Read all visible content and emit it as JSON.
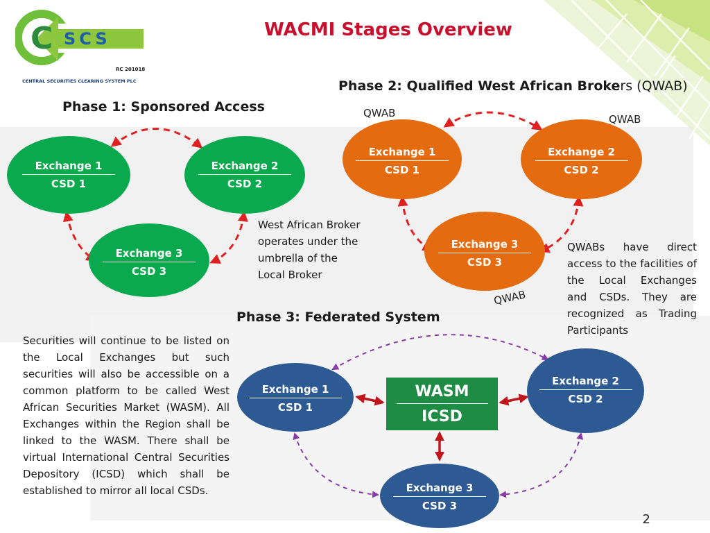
{
  "logo": {
    "text": "CSCS",
    "rc": "RC 201018",
    "company": "CENTRAL SECURITIES CLEARING SYSTEM PLC"
  },
  "title": "WACMI Stages Overview",
  "phase1": {
    "heading": "Phase 1:  Sponsored Access",
    "nodes": [
      {
        "line1": "Exchange 1",
        "line2": "CSD 1"
      },
      {
        "line1": "Exchange 2",
        "line2": "CSD 2"
      },
      {
        "line1": "Exchange 3",
        "line2": "CSD 3"
      }
    ],
    "note": [
      "West African Broker",
      "operates under the",
      "umbrella of the",
      "Local Broker"
    ]
  },
  "phase2": {
    "heading_main": "Phase 2:  Qualified West African Broke",
    "heading_tail": "rs (QWAB)",
    "nodes": [
      {
        "line1": "Exchange 1",
        "line2": "CSD 1"
      },
      {
        "line1": "Exchange 2",
        "line2": "CSD 2"
      },
      {
        "line1": "Exchange 3",
        "line2": "CSD 3"
      }
    ],
    "qwab_labels": [
      "QWAB",
      "QWAB",
      "QWAB"
    ],
    "note": "QWABs have direct access to the facilities of the Local Exchanges and CSDs. They are recognized as Trading Participants"
  },
  "phase3": {
    "heading": "Phase 3:  Federated System",
    "nodes": [
      {
        "line1": "Exchange 1",
        "line2": "CSD 1"
      },
      {
        "line1": "Exchange 2",
        "line2": "CSD 2"
      },
      {
        "line1": "Exchange 3",
        "line2": "CSD 3"
      }
    ],
    "hub": {
      "line1": "WASM",
      "line2": "ICSD"
    },
    "note": "Securities will continue to be listed on the Local Exchanges but such securities will also be accessible on a common platform to be called West African Securities Market (WASM). All Exchanges within the Region shall be linked to the WASM. There shall be virtual International Central Securities Depository (ICSD) which shall be established to mirror all local CSDs."
  },
  "page_number": "2",
  "colors": {
    "title": "#c8102e",
    "phase1_nodes": "#0aa94d",
    "phase2_nodes": "#e46b10",
    "phase3_nodes": "#2e5a94",
    "hub": "#1e8c45",
    "dashed_red": "#e02020",
    "dashed_purple": "#8a3aa8",
    "solid_arrow": "#c0151b"
  }
}
